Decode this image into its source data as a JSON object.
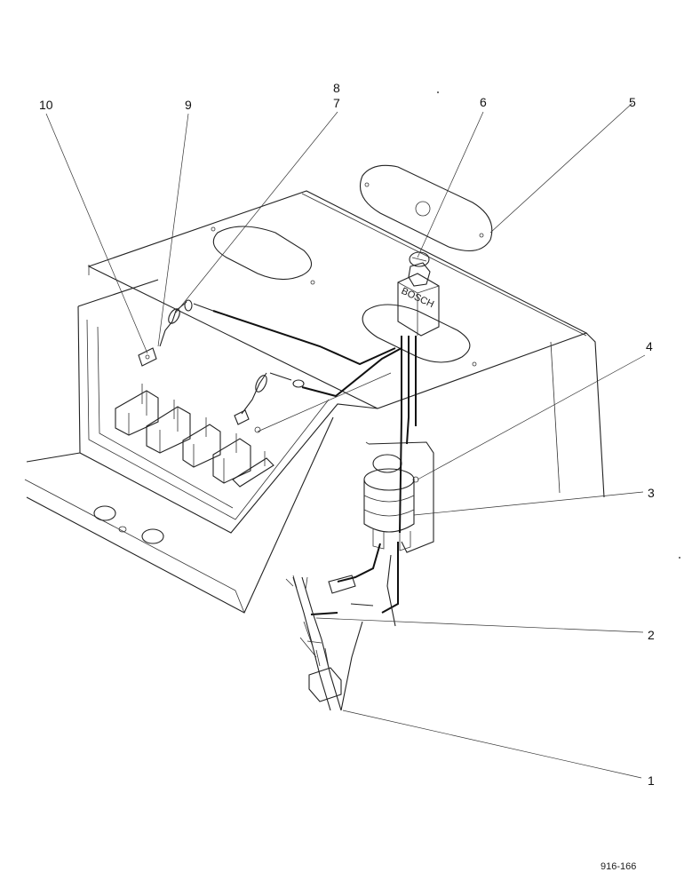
{
  "callouts": [
    "1",
    "2",
    "3",
    "4",
    "5",
    "6",
    "7",
    "8",
    "9",
    "10"
  ],
  "drawing_number": "916-166",
  "switch_label": "BOSCH"
}
